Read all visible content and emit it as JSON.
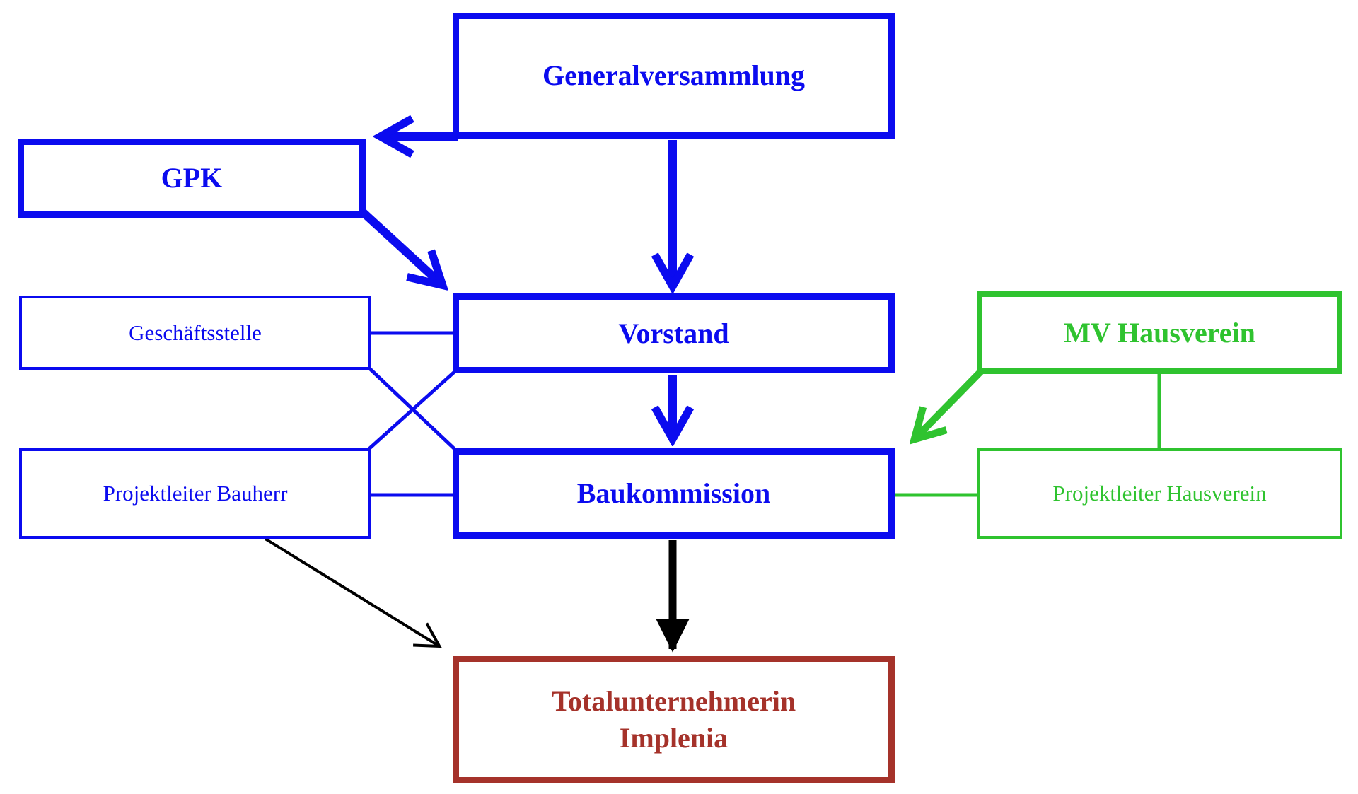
{
  "diagram": {
    "colors": {
      "blue": "#0b0bef",
      "green": "#2fc32f",
      "dark_red": "#a5322a",
      "black": "#000000"
    },
    "nodes": {
      "generalversammlung": {
        "label": "Generalversammlung"
      },
      "gpk": {
        "label": "GPK"
      },
      "vorstand": {
        "label": "Vorstand"
      },
      "geschaeftsstelle": {
        "label": "Geschäftsstelle"
      },
      "projektleiter_bauherr": {
        "label": "Projektleiter Bauherr"
      },
      "baukommission": {
        "label": "Baukommission"
      },
      "mv_hausverein": {
        "label": "MV Hausverein"
      },
      "projektleiter_hausverein": {
        "label": "Projektleiter Hausverein"
      },
      "totalunternehmerin_implenia": {
        "line1": "Totalunternehmerin",
        "line2": "Implenia"
      }
    },
    "edges": [
      {
        "from": "generalversammlung",
        "to": "gpk",
        "type": "arrow",
        "color": "blue"
      },
      {
        "from": "generalversammlung",
        "to": "vorstand",
        "type": "arrow",
        "color": "blue"
      },
      {
        "from": "gpk",
        "to": "vorstand",
        "type": "arrow",
        "color": "blue"
      },
      {
        "from": "vorstand",
        "to": "baukommission",
        "type": "arrow",
        "color": "blue"
      },
      {
        "from": "geschaeftsstelle",
        "to": "vorstand",
        "type": "line",
        "color": "blue"
      },
      {
        "from": "geschaeftsstelle",
        "to": "baukommission",
        "type": "line",
        "color": "blue"
      },
      {
        "from": "projektleiter_bauherr",
        "to": "vorstand",
        "type": "line",
        "color": "blue"
      },
      {
        "from": "projektleiter_bauherr",
        "to": "baukommission",
        "type": "line",
        "color": "blue"
      },
      {
        "from": "mv_hausverein",
        "to": "baukommission",
        "type": "arrow",
        "color": "green"
      },
      {
        "from": "mv_hausverein",
        "to": "projektleiter_hausverein",
        "type": "line",
        "color": "green"
      },
      {
        "from": "baukommission",
        "to": "projektleiter_hausverein",
        "type": "line",
        "color": "green"
      },
      {
        "from": "projektleiter_bauherr",
        "to": "totalunternehmerin_implenia",
        "type": "arrow",
        "color": "black"
      },
      {
        "from": "baukommission",
        "to": "totalunternehmerin_implenia",
        "type": "arrow",
        "color": "black"
      }
    ]
  }
}
